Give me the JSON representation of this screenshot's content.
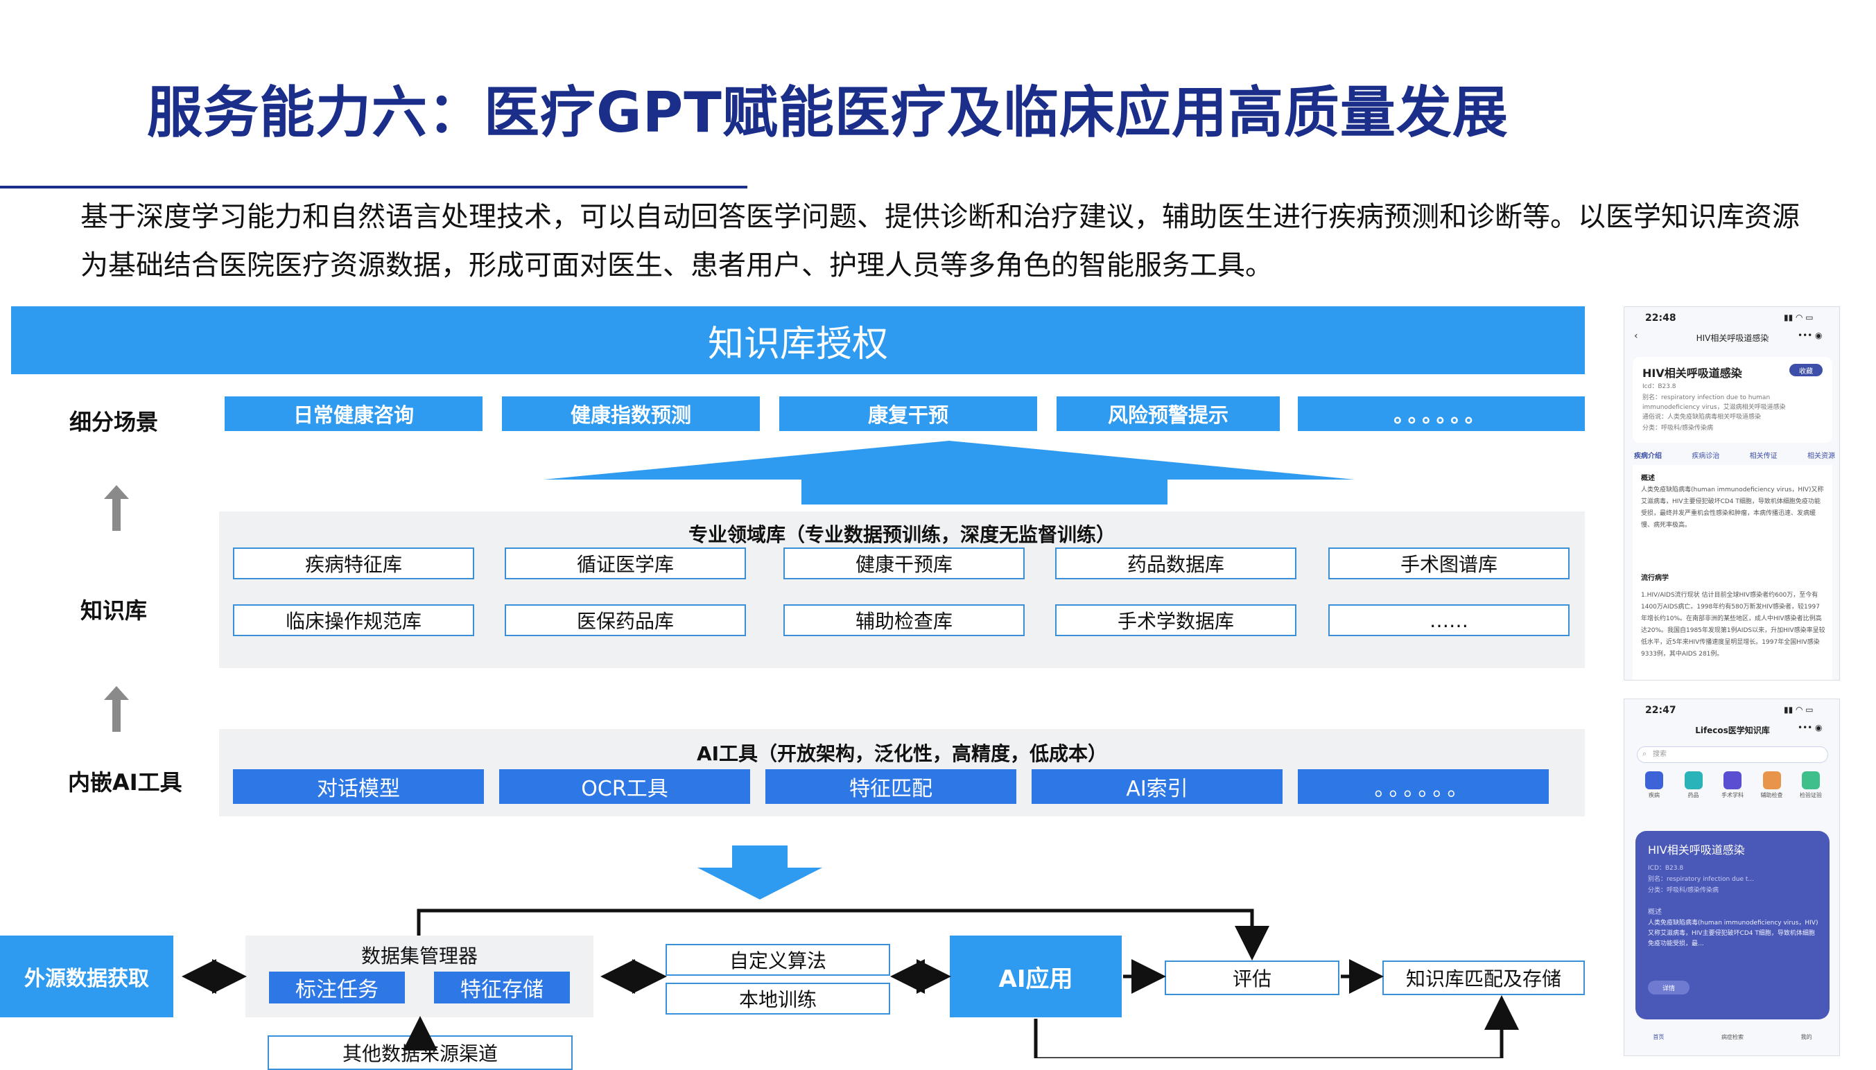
{
  "title": "服务能力六：医疗GPT赋能医疗及临床应用高质量发展",
  "intro": "基于深度学习能力和自然语言处理技术，可以自动回答医学问题、提供诊断和治疗建议，辅助医生进行疾病预测和诊断等。以医学知识库资源为基础结合医院医疗资源数据，形成可面对医生、患者用户、护理人员等多角色的智能服务工具。",
  "banner": "知识库授权",
  "side_labels": {
    "scenes": "细分场景",
    "kb": "知识库",
    "tools": "内嵌AI工具"
  },
  "scenes": [
    "日常健康咨询",
    "健康指数预测",
    "康复干预",
    "风险预警提示",
    "。。。。。。"
  ],
  "kb_panel_title": "专业领域库（专业数据预训练，深度无监督训练）",
  "kb_row1": [
    "疾病特征库",
    "循证医学库",
    "健康干预库",
    "药品数据库",
    "手术图谱库"
  ],
  "kb_row2": [
    "临床操作规范库",
    "医保药品库",
    "辅助检查库",
    "手术学数据库",
    "……"
  ],
  "tools_panel_title": "AI工具（开放架构，泛化性，高精度，低成本）",
  "tools": [
    "对话模型",
    "OCR工具",
    "特征匹配",
    "AI索引",
    "。。。。。。"
  ],
  "flow": {
    "external": "外源数据获取",
    "dataset_manager": "数据集管理器",
    "annotate": "标注任务",
    "feature_store": "特征存储",
    "other_sources": "其他数据来源渠道",
    "custom_algo": "自定义算法",
    "local_train": "本地训练",
    "ai_app": "AI应用",
    "evaluate": "评估",
    "kb_store": "知识库匹配及存储"
  },
  "phone1": {
    "time": "22:48",
    "nav_title": "HIV相关呼吸道感染",
    "card_title": "HIV相关呼吸道感染",
    "tag": "收藏",
    "icd": "Icd：B23.8",
    "alias": "别名：respiratory infection due to human immunodeficiency virus，艾滋病相关呼吸道感染",
    "same": "通俗说：人类免疫缺陷病毒相关呼吸道感染",
    "category": "分类：呼吸科/感染传染病",
    "tabs": [
      "疾病介绍",
      "疾病诊治",
      "相关传证",
      "相关资源"
    ],
    "section1": "概述",
    "para1": "人类免疫缺陷病毒(human immunodeficiency virus，HIV)又称艾滋病毒，HIV主要侵犯破坏CD4 T细胞，导致机体细胞免疫功能受损，最终并发严重机会性感染和肿瘤，本病传播迅速、发病缓慢、病死率极高。",
    "section2": "流行病学",
    "para2": "1.HIV/AIDS流行现状 估计目前全球HIV感染者约600万，至今有1400万AIDS病亡。1998年约有580万新发HIV感染者，较1997年增长约10%。在南部非洲的某些地区，成人中HIV感染者比例高达20%。我国自1985年发现第1例AIDS以来，升加HIV感染率呈较低水平，近5年来HIV传播速度呈明显增长。1997年全国HIV感染9333例，其中AIDS 281例。"
  },
  "phone2": {
    "time": "22:47",
    "nav_title": "Lifecos医学知识库",
    "search": "搜索",
    "icons": [
      "疾病",
      "药品",
      "手术学科",
      "辅助检查",
      "检验证验"
    ],
    "card_title": "HIV相关呼吸道感染",
    "icd": "ICD：B23.8",
    "alias": "别名：respiratory infection due t...",
    "category": "分类：呼吸科/感染传染病",
    "section": "概述",
    "para": "人类免疫缺陷病毒(human immunodeficiency virus，HIV)又称艾滋病毒，HIV主要侵犯破坏CD4 T细胞，导致机体细胞免疫功能受损，最...",
    "button": "详情",
    "bottom": [
      "首页",
      "病症检索",
      "我的"
    ]
  },
  "colors": {
    "title": "#1a2e8a",
    "banner": "#2e9bf0",
    "tool": "#2e78e6",
    "panel": "#f0f1f3",
    "border": "#3a90d8"
  }
}
